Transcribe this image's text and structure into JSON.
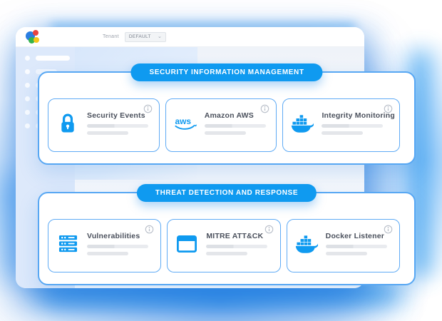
{
  "topbar": {
    "tenant_label": "Tenant",
    "tenant_value": "DEFAULT"
  },
  "aws_logo_text": "aws",
  "sections": [
    {
      "title": "SECURITY INFORMATION MANAGEMENT",
      "cards": [
        {
          "title": "Security Events",
          "icon": "lock-icon"
        },
        {
          "title": "Amazon AWS",
          "icon": "aws-logo-icon"
        },
        {
          "title": "Integrity Monitoring",
          "icon": "docker-whale-icon"
        }
      ]
    },
    {
      "title": "THREAT DETECTION AND RESPONSE",
      "cards": [
        {
          "title": "Vulnerabilities",
          "icon": "server-stack-icon"
        },
        {
          "title": "MITRE ATT&CK",
          "icon": "app-window-icon"
        },
        {
          "title": "Docker Listener",
          "icon": "docker-whale-icon"
        }
      ]
    }
  ],
  "colors": {
    "accent": "#0f9af0",
    "panel_border": "#57a7f3",
    "card_border": "#5fabf5",
    "sidebar_bg": "#dde9fb",
    "info_icon": "#b9bfc9"
  }
}
